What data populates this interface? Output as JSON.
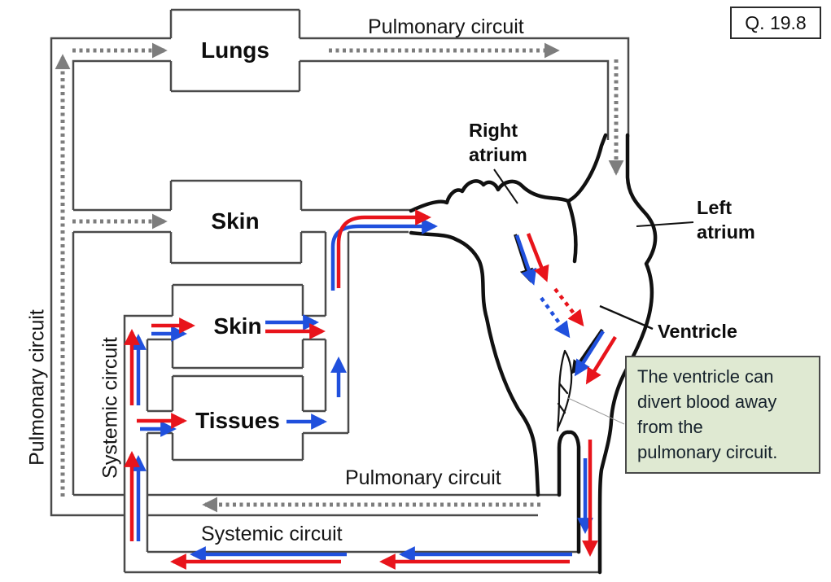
{
  "page": {
    "question_number": "Q. 19.8",
    "background": "#ffffff"
  },
  "boxes": {
    "lungs": "Lungs",
    "skin_upper": "Skin",
    "skin_lower": "Skin",
    "tissues": "Tissues"
  },
  "heart": {
    "right_atrium": "Right atrium",
    "left_atrium": "Left atrium",
    "ventricle": "Ventricle"
  },
  "circuits": {
    "pulmonary_top": "Pulmonary circuit",
    "pulmonary_left": "Pulmonary circuit",
    "pulmonary_bottom": "Pulmonary circuit",
    "systemic_left": "Systemic circuit",
    "systemic_bottom": "Systemic circuit"
  },
  "note": {
    "text": "The ventricle can divert blood away from the pulmonary circuit.",
    "lines": [
      "The ventricle can",
      "divert blood away",
      "from the",
      "pulmonary circuit."
    ],
    "background": "#dfe9d2"
  },
  "colors": {
    "oxygenated_blood_arrow": "#e8141b",
    "deoxygenated_blood_arrow": "#2050dd",
    "circuit_direction_arrow": "#7d7d7d",
    "tube_outline": "#4a4a4a",
    "heart_outline": "#111111"
  }
}
